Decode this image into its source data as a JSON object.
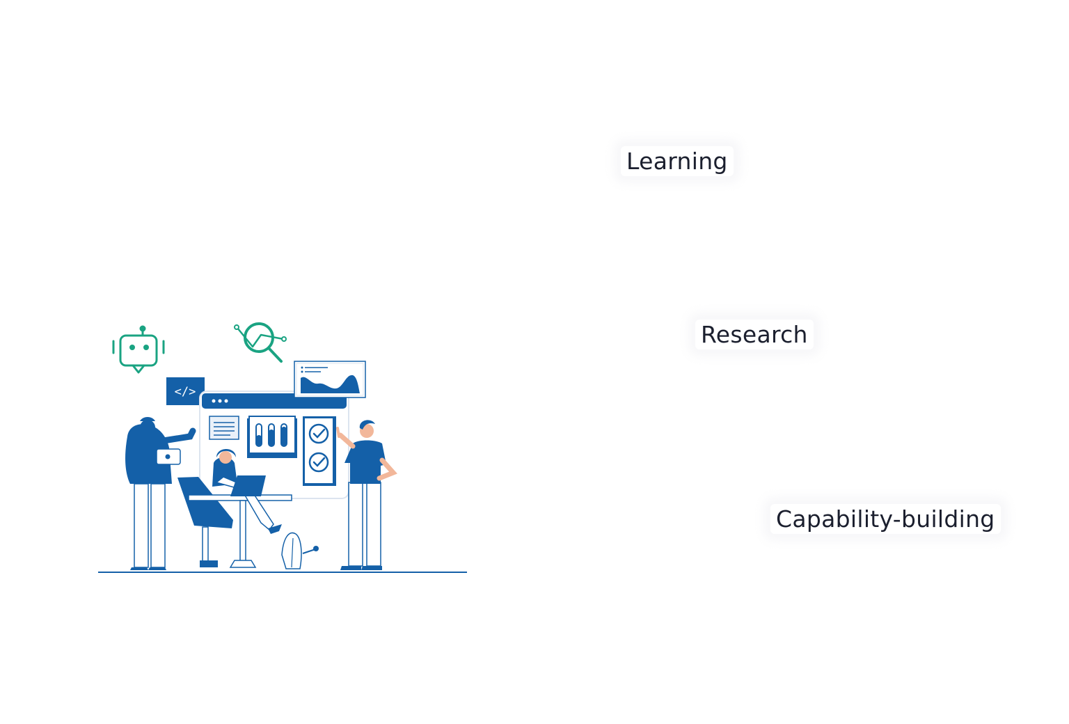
{
  "labels": {
    "learning": "Learning",
    "research": "Research",
    "capability_building": "Capability-building"
  },
  "illustration": {
    "description_icons": [
      "robot-chat-icon",
      "code-icon",
      "magnifier-chart-icon",
      "area-chart-card",
      "browser-window",
      "checklist-card"
    ],
    "colors": {
      "primary": "#1460a8",
      "accent": "#1aa382",
      "skin": "#f2b79a",
      "light": "#eaf1f9"
    }
  }
}
